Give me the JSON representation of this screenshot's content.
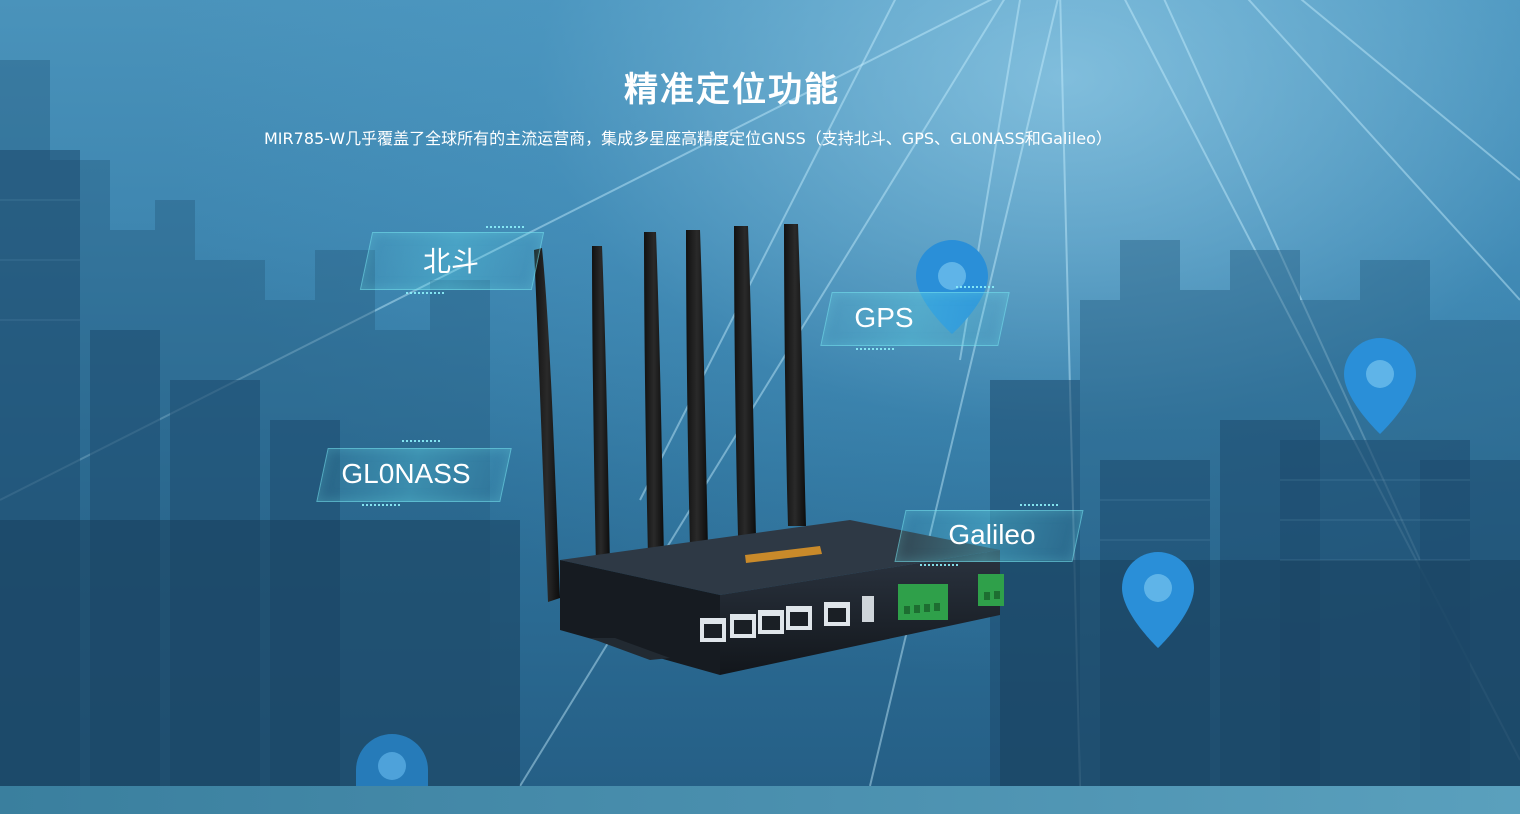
{
  "hero": {
    "title": "精准定位功能",
    "subtitle": "MIR785-W几乎覆盖了全球所有的主流运营商，集成多星座高精度定位GNSS（支持北斗、GPS、GL0NASS和Galileo）"
  },
  "labels": {
    "beidou": "北斗",
    "gps": "GPS",
    "glonass": "GL0NASS",
    "galileo": "Galileo"
  },
  "device": {
    "model": "MIR785-W"
  },
  "colors": {
    "accent": "#7ae6f0",
    "pin": "#2a8fd8"
  }
}
